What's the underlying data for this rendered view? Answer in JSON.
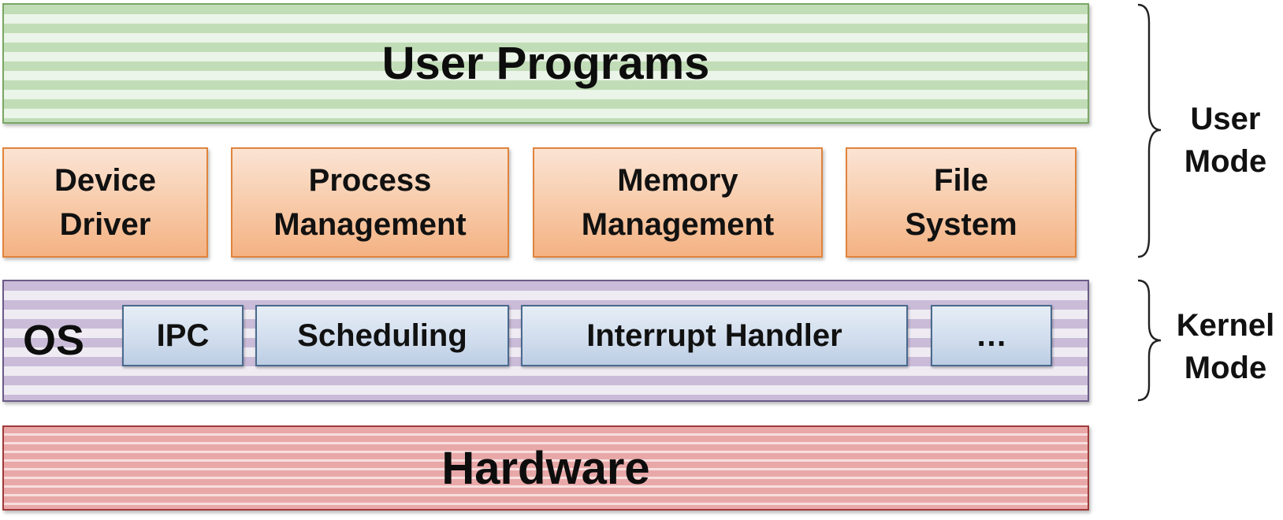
{
  "layers": {
    "user_programs": "User Programs",
    "os": "OS",
    "hardware": "Hardware"
  },
  "modules": [
    {
      "line1": "Device",
      "line2": "Driver"
    },
    {
      "line1": "Process",
      "line2": "Management"
    },
    {
      "line1": "Memory",
      "line2": "Management"
    },
    {
      "line1": "File",
      "line2": "System"
    }
  ],
  "kernel_components": [
    "IPC",
    "Scheduling",
    "Interrupt Handler",
    "…"
  ],
  "modes": {
    "user": {
      "line1": "User",
      "line2": "Mode"
    },
    "kernel": {
      "line1": "Kernel",
      "line2": "Mode"
    }
  },
  "colors": {
    "user_programs_fill": "#c1ddb7",
    "user_programs_border": "#7aa765",
    "module_fill": "#f7c9a7",
    "module_border": "#e0843d",
    "os_fill": "#cabcd8",
    "os_border": "#6b5b87",
    "kernel_box_fill": "#cfdced",
    "kernel_box_border": "#4a6a8e",
    "hardware_fill": "#e9a8a8",
    "hardware_border": "#a13a3a"
  }
}
